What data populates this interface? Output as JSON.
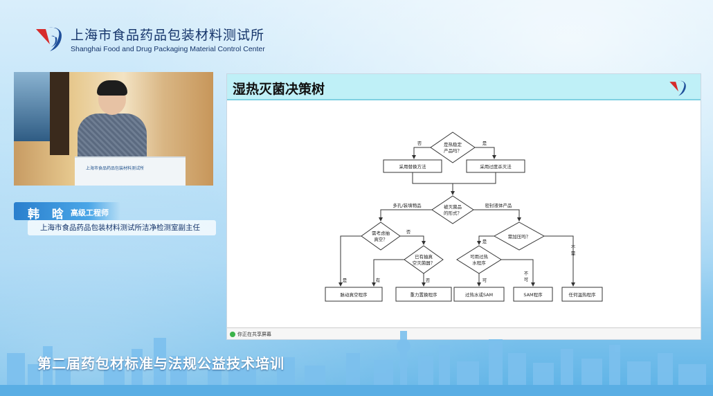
{
  "org": {
    "name_cn": "上海市食品药品包装材料测试所",
    "name_en": "Shanghai Food and Drug Packaging Material Control Center"
  },
  "video": {
    "podium_text": "上海市食品药品包装材料测试所"
  },
  "speaker": {
    "name": "韩 晗",
    "title": "高级工程师",
    "role": "上海市食品药品包装材料测试所洁净检测室副主任"
  },
  "slide": {
    "title": "湿热灭菌决策树",
    "footer_share": "你正在共享屏幕",
    "diagram": {
      "decision_top": [
        "是热稳定",
        "产品吗？"
      ],
      "decision_top_no": "否",
      "decision_top_yes": "是",
      "box_alt_method": "采用替换方法",
      "box_over_kill": "采用过度杀灭法",
      "decision_sterilize": [
        "被灭菌品",
        "的形式？"
      ],
      "branch_porous": "多孔/装填物品",
      "branch_liquid": "密封液体产品",
      "decision_vacuum": [
        "需考虑抽",
        "真空？"
      ],
      "decision_vacuum_yes": "是",
      "decision_vacuum_no": "否",
      "decision_air": [
        "已有抽真",
        "空灭菌器？"
      ],
      "decision_air_yes": "有",
      "decision_air_no": "否",
      "decision_pressure": "需加压吗？",
      "decision_pressure_yes": "是",
      "decision_pressure_no": [
        "不",
        "需"
      ],
      "decision_steam": [
        "可用过热",
        "水程序"
      ],
      "decision_steam_yes": "可",
      "decision_steam_no": [
        "不",
        "可"
      ],
      "result_pulse_vacuum": "脉动真空程序",
      "result_gravity": "重力置换程序",
      "result_superheat_water": "过热水或SAM",
      "result_sam": "SAM程序",
      "result_any": "任何温热程序"
    }
  },
  "banner": "第二届药包材标准与法规公益技术培训",
  "colors": {
    "brand_red": "#d62b2b",
    "brand_blue": "#1f4f9a",
    "header_cyan": "#bff0f7"
  }
}
